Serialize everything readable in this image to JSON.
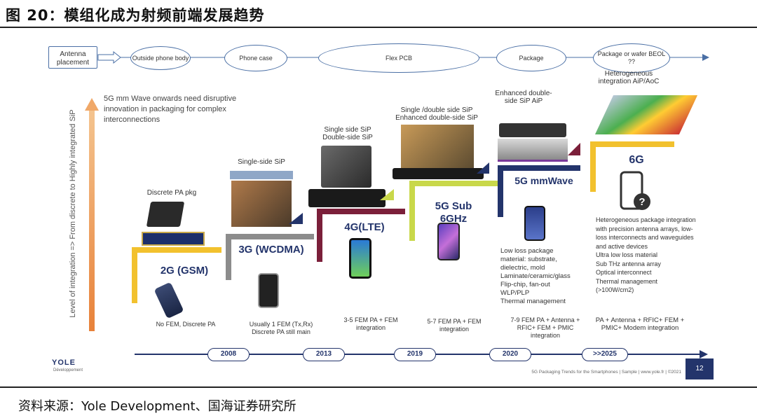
{
  "figure": {
    "title": "图 20：模组化成为射频前端发展趋势",
    "source": "资料来源：Yole Development、国海证券研究所"
  },
  "flow": {
    "start_label": "Antenna placement",
    "stages": [
      "Outside phone body",
      "Phone case",
      "Flex PCB",
      "Package",
      "Package or wafer BEOL ??"
    ]
  },
  "axis_label": "Level of integration => From discrete to Highly integrated SiP",
  "note": "5G mm Wave onwards need disruptive innovation in packaging for complex interconnections",
  "stages": [
    {
      "name": "2G (GSM)",
      "pkg": "Discrete PA pkg",
      "fem": "No FEM, Discrete PA"
    },
    {
      "name": "3G (WCDMA)",
      "pkg": "Single-side SiP",
      "fem": "Usually 1 FEM (Tx,Rx) Discrete PA still main"
    },
    {
      "name": "4G(LTE)",
      "pkg": "Single side SiP Double-side SiP",
      "fem": "3-5 FEM PA + FEM integration"
    },
    {
      "name": "5G Sub 6GHz",
      "pkg": "Single /double side SiP Enhanced double-side SiP",
      "fem": "5-7 FEM PA + FEM integration"
    },
    {
      "name": "5G mmWave",
      "pkg": "Enhanced double-side SiP AiP",
      "fem": "7-9 FEM PA + Antenna + RFIC+ FEM + PMIC integration"
    },
    {
      "name": "6G",
      "pkg": "Heterogeneous integration AiP/AoC",
      "fem": "PA + Antenna + RFIC+ FEM + PMIC+ Modem integration"
    }
  ],
  "mmwave_details": [
    "Low loss package",
    "material: substrate,",
    "dielectric, mold",
    "Laminate/ceramic/glass",
    "Flip-chip, fan-out",
    "WLP/PLP",
    "Thermal management"
  ],
  "g6_details": [
    "Heterogeneous package integration",
    "with precision antenna arrays, low-",
    "loss interconnects and waveguides",
    "and active devices",
    "Ultra low loss material",
    "Sub THz antenna array",
    "Optical interconnect",
    "Thermal management",
    "(>100W/cm2)"
  ],
  "years": [
    "2008",
    "2013",
    "2019",
    "2020",
    ">>2025"
  ],
  "footer": {
    "logo": "YOLE",
    "logo_sub": "Développement",
    "credit": "5G Packaging Trends for the Smartphones | Sample | www.yole.fr | ©2021",
    "page": "12"
  },
  "colors": {
    "navy": "#23346b",
    "yellow": "#f2c12e",
    "gray": "#8c8c8c",
    "maroon": "#7b1f3a",
    "lime": "#c9d84a",
    "orange": "#e8823a"
  }
}
